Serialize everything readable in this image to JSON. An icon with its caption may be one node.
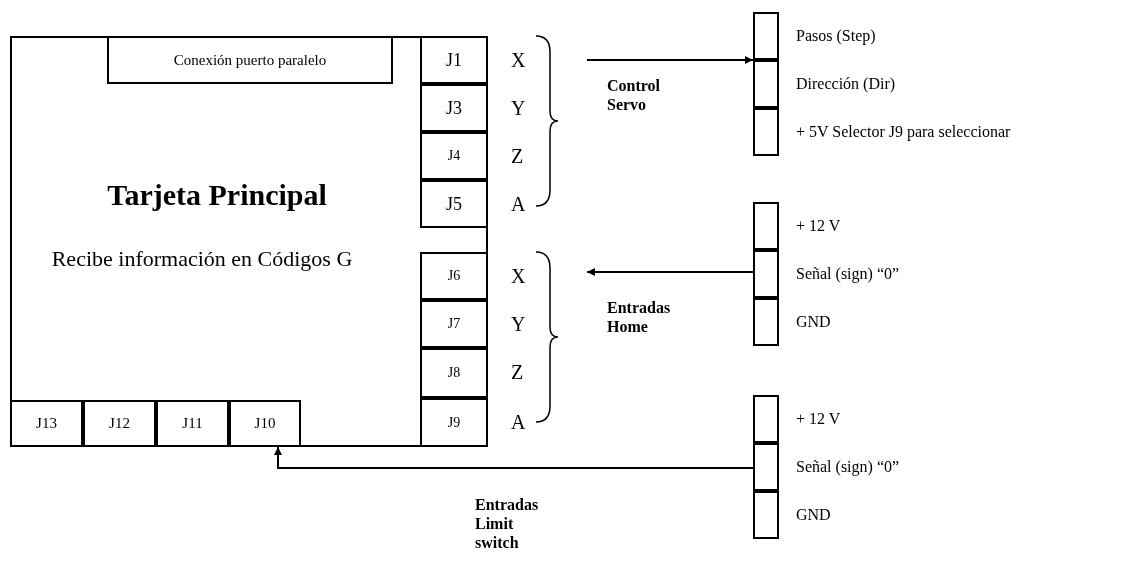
{
  "diagram": {
    "nodes": [
      {
        "text": [
          "Tarjeta Principal",
          "Recibe información en Códigos G"
        ]
      },
      {
        "text": [
          "Conexión puerto paralelo"
        ],
        "in": 0
      },
      {
        "text": [
          "J1"
        ],
        "in": 0
      },
      {
        "text": [
          "J3"
        ],
        "in": 0
      },
      {
        "text": [
          "J4"
        ],
        "in": 0
      },
      {
        "text": [
          "J5"
        ],
        "in": 0
      },
      {
        "text": [
          "J6"
        ],
        "in": 0
      },
      {
        "text": [
          "J7"
        ],
        "in": 0
      },
      {
        "text": [
          "J8"
        ],
        "in": 0
      },
      {
        "text": [
          "J9"
        ],
        "in": 0
      },
      {
        "text": [
          "J13"
        ],
        "in": 0
      },
      {
        "text": [
          "J12"
        ],
        "in": 0
      },
      {
        "text": [
          "J11"
        ],
        "in": 0
      },
      {
        "text": [
          "J10"
        ],
        "in": 0
      },
      {
        "text": [],
        "shape": "box",
        "beside": [
          "Pasos (Step)"
        ]
      },
      {
        "text": [],
        "shape": "box",
        "beside": [
          "Dirección (Dir)"
        ]
      },
      {
        "text": [],
        "shape": "box",
        "beside": [
          "+ 5V Selector J9 para seleccionar"
        ]
      },
      {
        "text": [],
        "shape": "box",
        "beside": [
          "+ 12 V"
        ]
      },
      {
        "text": [],
        "shape": "box",
        "beside": [
          "Señal (sign)  “0”"
        ]
      },
      {
        "text": [],
        "shape": "box",
        "beside": [
          "GND"
        ]
      },
      {
        "text": [],
        "shape": "box",
        "beside": [
          "+ 12 V"
        ]
      },
      {
        "text": [],
        "shape": "box",
        "beside": [
          "Señal (sign)  “0”"
        ]
      },
      {
        "text": [],
        "shape": "box",
        "beside": [
          "GND"
        ]
      }
    ],
    "edges": [
      {
        "from": null,
        "to": 14,
        "arrow": "to"
      },
      {
        "from": 18,
        "to": null,
        "arrow": "to"
      },
      {
        "from": 21,
        "to": 13,
        "arrow": "to"
      }
    ],
    "labels": [
      "X",
      "Y",
      "Z",
      "A",
      "X",
      "Y",
      "Z",
      "A",
      "Control Servo",
      "Entradas Home",
      "Entradas Limit switch"
    ]
  }
}
